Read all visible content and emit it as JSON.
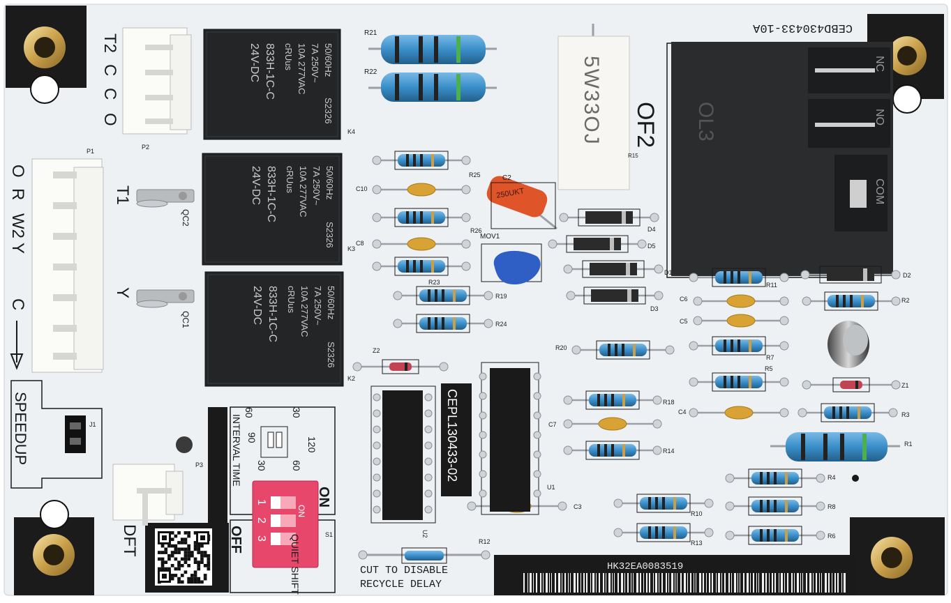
{
  "board_part_number": "CEBD430433-10A",
  "ic_part_number": "CEPL130433-02",
  "serial_number": "HK32EA0083519",
  "connector_p2_pins": [
    "T2",
    "C",
    "C",
    "O"
  ],
  "connector_p1_pins": [
    "O",
    "R",
    "W2",
    "Y",
    "C"
  ],
  "terminal_labels": {
    "t1": "T1",
    "y": "Y",
    "dft": "DFT"
  },
  "speedup_label": "SPEEDUP",
  "relays": [
    {
      "ref": "K4",
      "lines": [
        "50/60Hz",
        "7A 250V~",
        "10A 277VAC",
        "cRUus",
        "833H-1C-C",
        "24V-DC"
      ],
      "cert": "S2326"
    },
    {
      "ref": "K3",
      "lines": [
        "50/60Hz",
        "7A 250V~",
        "10A 277VAC",
        "cRUus",
        "833H-1C-C",
        "24V-DC"
      ],
      "cert": "S2326"
    },
    {
      "ref": "K2",
      "lines": [
        "50/60Hz",
        "7A 250V~",
        "10A 277VAC",
        "cRUus",
        "833H-1C-C",
        "24V-DC"
      ],
      "cert": "S2326"
    }
  ],
  "big_resistor_marking": "5W33OJ",
  "big_resistor_ref": "R15",
  "big_relay": {
    "top_label": "OL3",
    "side_label": "OF2",
    "terminals": [
      "NC",
      "NO",
      "COM"
    ]
  },
  "dip_switch": {
    "title_on": "ON",
    "title_off": "OFF",
    "switch_on_text": "ON",
    "switch_numbers": [
      "1",
      "2",
      "3"
    ],
    "quiet_shift": "QUIET SHIFT",
    "interval_time": "INTERVAL TIME",
    "interval_values": [
      "30",
      "60",
      "90",
      "120",
      "30",
      "60"
    ]
  },
  "cut_label_line1": "CUT  TO  DISABLE",
  "cut_label_line2": "RECYCLE  DELAY",
  "refs": {
    "r21": "R21",
    "r22": "R22",
    "r25": "R25",
    "r26": "R26",
    "r23": "R23",
    "r19": "R19",
    "r24": "R24",
    "r20": "R20",
    "r18": "R18",
    "r14": "R14",
    "r10": "R10",
    "r13": "R13",
    "r12": "R12",
    "r11": "R11",
    "r7": "R7",
    "r5": "R5",
    "r2": "R2",
    "r3": "R3",
    "r1": "R1",
    "r4": "R4",
    "r8": "R8",
    "r6": "R6",
    "c10": "C10",
    "c8": "C8",
    "c2": "C2",
    "c6": "C6",
    "c5": "C5",
    "c4": "C4",
    "c7": "C7",
    "c3": "C3",
    "d1": "D1",
    "d2": "D2",
    "d3": "D3",
    "d4": "D4",
    "d5": "D5",
    "z1": "Z1",
    "z2": "Z2",
    "mov1": "MOV1",
    "u1": "U1",
    "u2": "U2",
    "p1": "P1",
    "p2": "P2",
    "p3": "P3",
    "j1": "J1",
    "s1": "S1",
    "qc1": "QC1",
    "qc2": "QC2"
  },
  "cap_c2_marking": "250UKT",
  "colors": {
    "board": "#eef1f4",
    "silk": "#1a1a1a",
    "relay": "#222426",
    "dip": "#e8476c",
    "resistor": "#3a8fc9",
    "cap": "#d9a235",
    "c2": "#e0542a",
    "mov": "#2f5fc4"
  }
}
